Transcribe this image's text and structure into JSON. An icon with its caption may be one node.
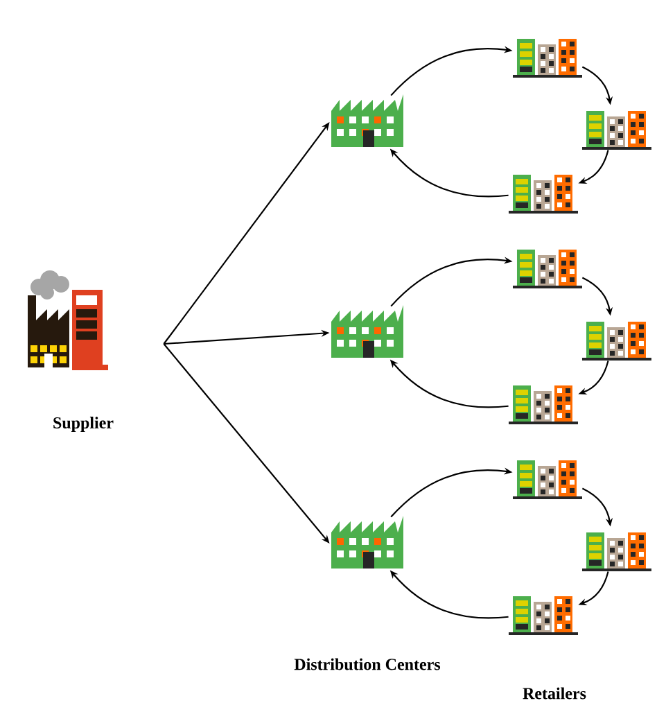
{
  "diagram": {
    "nodes": [
      {
        "text": [],
        "shape": "picture",
        "beside": [
          "Supplier"
        ]
      },
      {
        "text": [],
        "shape": "picture"
      },
      {
        "text": [],
        "shape": "picture"
      },
      {
        "text": [],
        "shape": "picture"
      },
      {
        "text": [],
        "shape": "picture"
      },
      {
        "text": [],
        "shape": "picture"
      },
      {
        "text": [],
        "shape": "picture"
      },
      {
        "text": [],
        "shape": "picture"
      },
      {
        "text": [],
        "shape": "picture"
      },
      {
        "text": [],
        "shape": "picture"
      },
      {
        "text": [],
        "shape": "picture"
      },
      {
        "text": [],
        "shape": "picture"
      },
      {
        "text": [],
        "shape": "picture"
      }
    ],
    "edges": [
      {
        "from": 0,
        "to": 1,
        "arrow": "to"
      },
      {
        "from": 0,
        "to": 2,
        "arrow": "to"
      },
      {
        "from": 0,
        "to": 3,
        "arrow": "to"
      },
      {
        "from": 1,
        "to": 4,
        "arrow": "to"
      },
      {
        "from": 4,
        "to": 5,
        "arrow": "to"
      },
      {
        "from": 5,
        "to": 6,
        "arrow": "to"
      },
      {
        "from": 6,
        "to": 1,
        "arrow": "to"
      },
      {
        "from": 2,
        "to": 7,
        "arrow": "to"
      },
      {
        "from": 7,
        "to": 8,
        "arrow": "to"
      },
      {
        "from": 8,
        "to": 9,
        "arrow": "to"
      },
      {
        "from": 9,
        "to": 2,
        "arrow": "to"
      },
      {
        "from": 3,
        "to": 10,
        "arrow": "to"
      },
      {
        "from": 10,
        "to": 11,
        "arrow": "to"
      },
      {
        "from": 11,
        "to": 12,
        "arrow": "to"
      },
      {
        "from": 12,
        "to": 3,
        "arrow": "to"
      }
    ],
    "labels": [
      "Distribution Centers",
      "Retailers"
    ]
  }
}
